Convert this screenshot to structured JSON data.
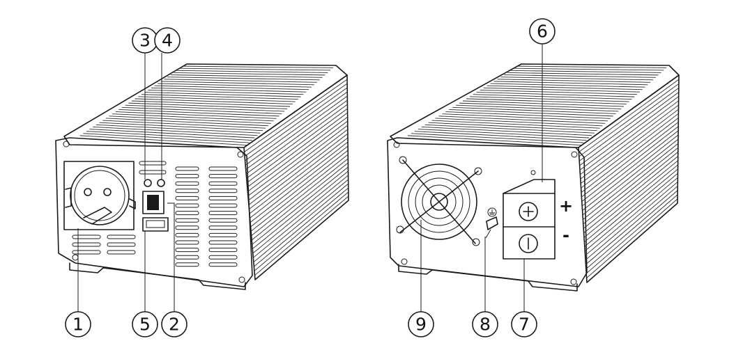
{
  "callouts": {
    "c1": "1",
    "c2": "2",
    "c3": "3",
    "c4": "4",
    "c5": "5",
    "c6": "6",
    "c7": "7",
    "c8": "8",
    "c9": "9"
  },
  "terminals": {
    "positive": "+",
    "negative": "-"
  },
  "colors": {
    "line": "#1a1a1a",
    "background": "#ffffff"
  }
}
